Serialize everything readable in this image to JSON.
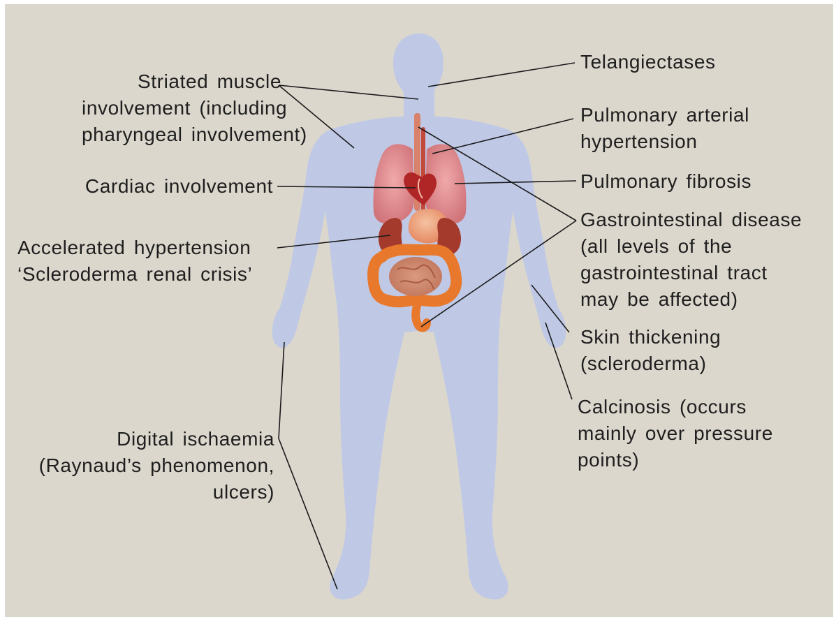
{
  "labels": {
    "striated_muscle": [
      "Striated muscle",
      "involvement (including",
      "pharyngeal involvement)"
    ],
    "cardiac": [
      "Cardiac involvement"
    ],
    "renal": [
      "Accelerated hypertension",
      "‘Scleroderma renal crisis’"
    ],
    "digital": [
      "Digital ischaemia",
      "(Raynaud’s phenomenon,",
      "ulcers)"
    ],
    "telangiectases": [
      "Telangiectases"
    ],
    "pulmonary_arterial": [
      "Pulmonary arterial",
      "hypertension"
    ],
    "pulmonary_fibrosis": [
      "Pulmonary fibrosis"
    ],
    "gastrointestinal": [
      "Gastrointestinal disease",
      "(all levels of the",
      "gastrointestinal tract",
      "may be affected)"
    ],
    "skin": [
      "Skin thickening",
      "(scleroderma)"
    ],
    "calcinosis": [
      "Calcinosis (occurs",
      "mainly over pressure",
      "points)"
    ]
  },
  "colors": {
    "background": "#dcd7cd",
    "body": "#bfc9e6",
    "lung": "#dd8a8e",
    "kidney": "#a33a2c",
    "intestine": "#e8782c",
    "stomach": "#e9a07c",
    "heart": "#b02525",
    "leader_line": "#1a1a1a"
  }
}
